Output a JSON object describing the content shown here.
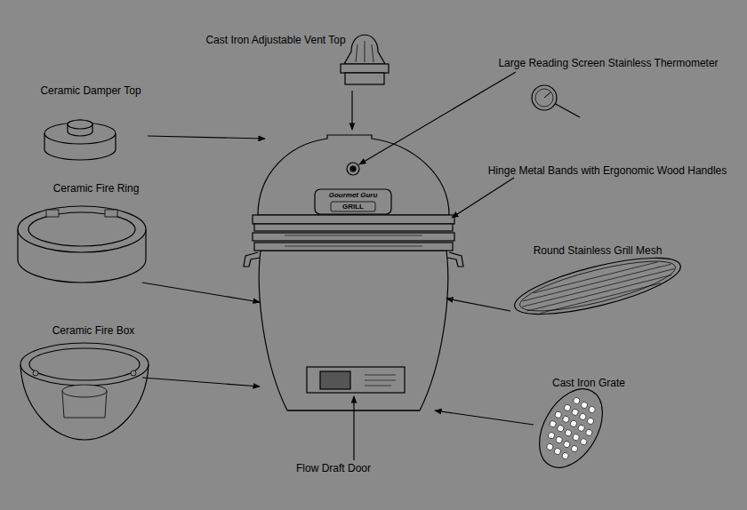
{
  "diagram": {
    "labels": [
      "Cast Iron Adjustable Vent Top",
      "Large Reading Screen Stainless Thermometer",
      "Ceramic Damper Top",
      "Hinge Metal Bands with Ergonomic Wood Handles",
      "Ceramic Fire Ring",
      "Round Stainless Grill Mesh",
      "Ceramic Fire Box",
      "Cast Iron Grate",
      "Flow Draft Door",
      "Gourmet Guru",
      "GRILL"
    ]
  }
}
